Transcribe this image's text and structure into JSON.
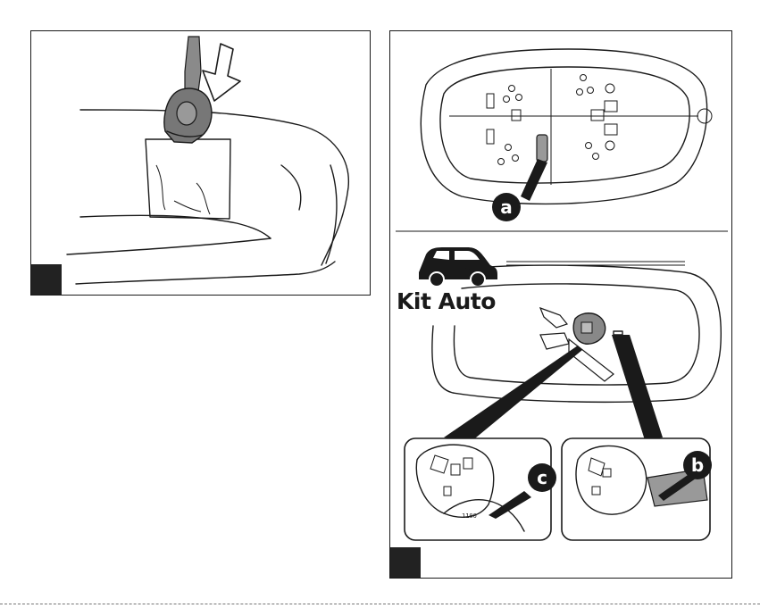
{
  "right_panel": {
    "kit_label": "Kit Auto",
    "callouts": {
      "a": "a",
      "b": "b",
      "c": "c"
    }
  },
  "icons": [
    "car-icon",
    "arrow-down-icon"
  ]
}
